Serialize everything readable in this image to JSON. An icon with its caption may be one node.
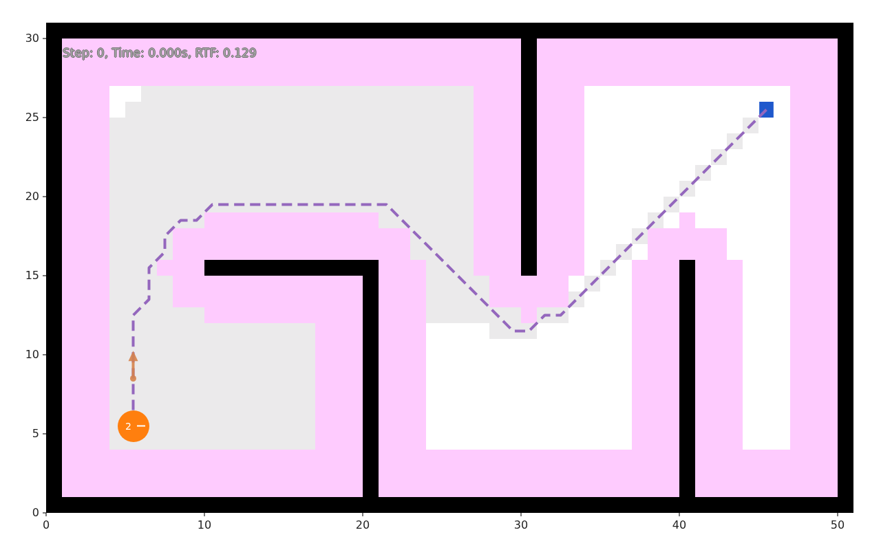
{
  "diagram": {
    "nodes": [
      {
        "text": [
          "2"
        ]
      }
    ],
    "labels": [
      "Step: 0, Time: 0.000s, RTF: 0.129"
    ],
    "chart_data": {
      "type": "line",
      "x": [
        5.5,
        5.5,
        6.5,
        6.5,
        7.5,
        7.5,
        8.5,
        9.5,
        10.5,
        21.5,
        29.5,
        30.5,
        31.5,
        32.5,
        45.5
      ],
      "series": [
        {
          "color": "#9467bd",
          "line_style": "dashed",
          "values": [
            6.5,
            12.5,
            13.5,
            15.5,
            16.5,
            17.5,
            18.5,
            18.5,
            19.5,
            19.5,
            11.5,
            11.5,
            12.5,
            12.5,
            25.5
          ]
        }
      ],
      "xlim": [
        0,
        51
      ],
      "ylim": [
        0,
        31
      ],
      "xticks": [
        0,
        10,
        20,
        30,
        40,
        50
      ],
      "yticks": [
        0,
        5,
        10,
        15,
        20,
        25,
        30
      ]
    }
  }
}
